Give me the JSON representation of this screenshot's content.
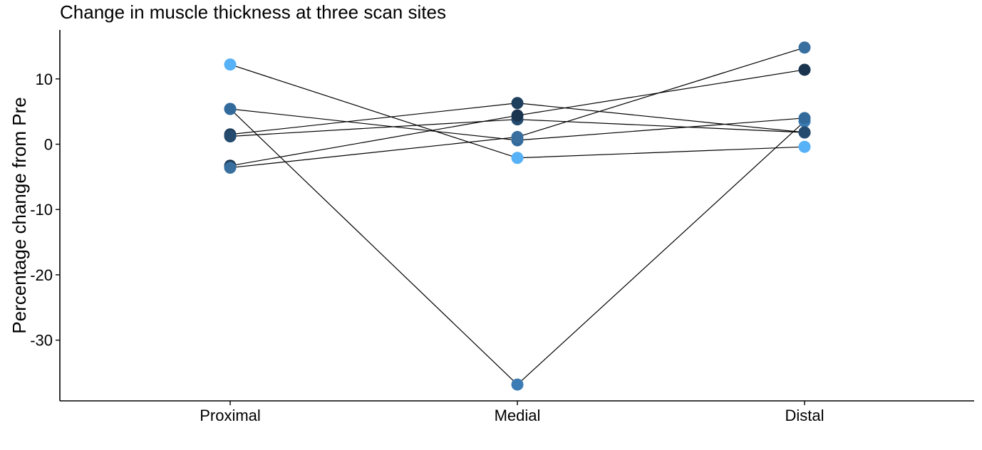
{
  "chart_data": {
    "type": "line",
    "title": "Change in muscle thickness at three scan sites",
    "xlabel": "",
    "ylabel": "Percentage change from Pre",
    "categories": [
      "Proximal",
      "Medial",
      "Distal"
    ],
    "ylim": [
      -39.3,
      17.5
    ],
    "yticks": [
      10,
      0,
      -10,
      -20,
      -30
    ],
    "ytick_labels": [
      "10",
      "0",
      "-10",
      "-20",
      "-30"
    ],
    "grid": false,
    "legend": "none",
    "point_color_scale": {
      "low": "#132b43",
      "high": "#56b1f7"
    },
    "series": [
      {
        "values": [
          12.2,
          -2.1,
          -0.4
        ],
        "color": "#56b1f7"
      },
      {
        "values": [
          5.4,
          -36.8,
          3.5
        ],
        "color": "#3b7cb5"
      },
      {
        "values": [
          5.4,
          0.6,
          4.0
        ],
        "color": "#326a9c"
      },
      {
        "values": [
          1.5,
          6.3,
          1.8
        ],
        "color": "#1f3f5e"
      },
      {
        "values": [
          1.2,
          3.8,
          1.8
        ],
        "color": "#244a6d"
      },
      {
        "values": [
          -3.3,
          4.4,
          11.4
        ],
        "color": "#1a344f"
      },
      {
        "values": [
          -3.6,
          1.1,
          14.8
        ],
        "color": "#386f9f"
      }
    ]
  }
}
